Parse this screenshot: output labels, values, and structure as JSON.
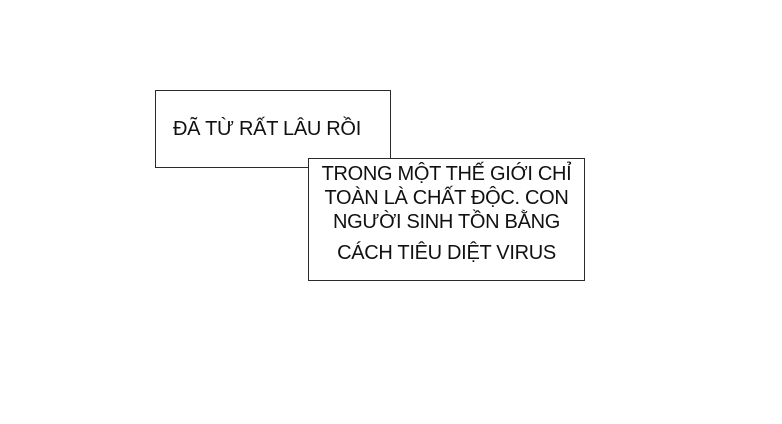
{
  "caption_box_1": {
    "text": "ĐÃ TỪ RẤT LÂU RỒI"
  },
  "caption_box_2": {
    "lines": [
      "TRONG MỘT THẾ GIỚI CHỈ",
      "TOÀN LÀ CHẤT ĐỘC. CON",
      "NGƯỜI SINH TỒN BẰNG",
      "CÁCH TIÊU DIỆT VIRUS"
    ]
  },
  "colors": {
    "background": "#ffffff",
    "border": "#2a2a2a",
    "text": "#111111"
  }
}
